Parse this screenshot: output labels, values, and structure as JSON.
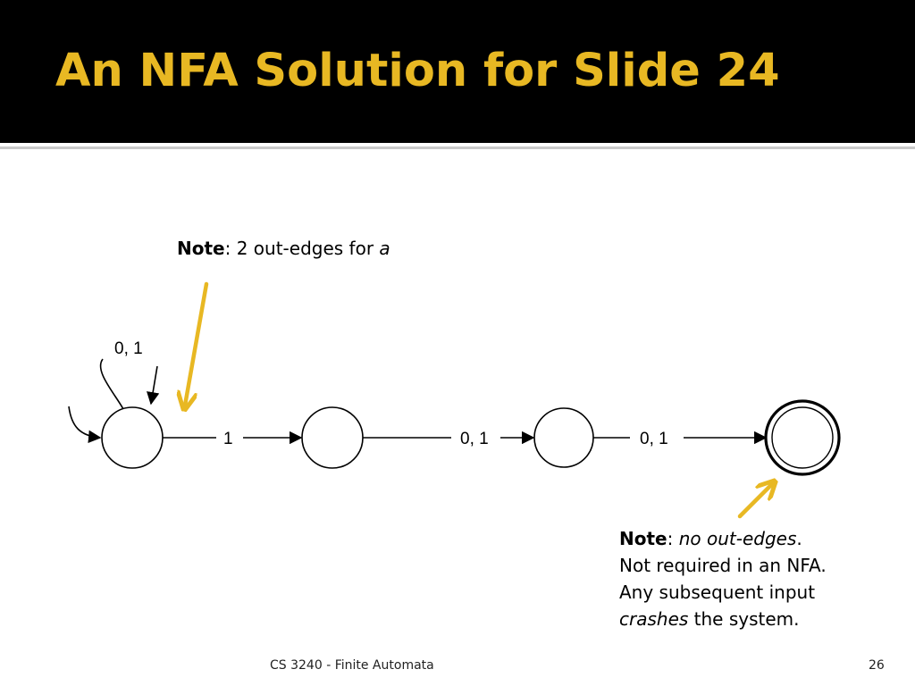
{
  "slide": {
    "title": "An NFA Solution for Slide 24",
    "colors": {
      "title_bar": "#000000",
      "title_text": "#e8b823",
      "arrow": "#e8b823",
      "rule": "#c9c9c9"
    }
  },
  "diagram": {
    "states": [
      {
        "id": "q0",
        "start": true,
        "accepting": false
      },
      {
        "id": "q1",
        "start": false,
        "accepting": false
      },
      {
        "id": "q2",
        "start": false,
        "accepting": false
      },
      {
        "id": "q3",
        "start": false,
        "accepting": true
      }
    ],
    "transitions": [
      {
        "from": "q0",
        "to": "q0",
        "label": "0, 1"
      },
      {
        "from": "q0",
        "to": "q1",
        "label": "1"
      },
      {
        "from": "q1",
        "to": "q2",
        "label": "0, 1"
      },
      {
        "from": "q2",
        "to": "q3",
        "label": "0, 1"
      }
    ]
  },
  "notes": {
    "top": {
      "bold": "Note",
      "text": ": 2 out-edges for ",
      "italic": "a"
    },
    "bottom": {
      "bold": "Note",
      "colon": ": ",
      "italic_1": "no out-edges",
      "period": ".",
      "line_2": "Not required in an NFA.",
      "line_3": "Any subsequent input",
      "italic_2": "crashes",
      "line_4_rest": " the system."
    }
  },
  "footer": {
    "course": "CS 3240 - Finite Automata",
    "page": "26"
  }
}
